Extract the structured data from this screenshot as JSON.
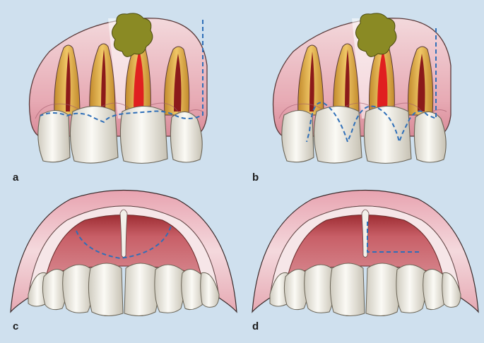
{
  "panels": [
    {
      "label": "a",
      "view": "labial",
      "incision": "vertical-release-with-intrasulcular"
    },
    {
      "label": "b",
      "view": "labial",
      "incision": "vertical-release-with-marginal-scalloped"
    },
    {
      "label": "c",
      "view": "palatal",
      "incision": "curved-palatal"
    },
    {
      "label": "d",
      "view": "palatal",
      "incision": "angled-palatal"
    }
  ],
  "colors": {
    "background": "#cfe0ee",
    "gingiva": "#eab8c0",
    "palate": "#c9646c",
    "tooth": "#f2f0e8",
    "root": "#e3b04b",
    "pulp": "#8b1a1a",
    "lesion": "#8a8a24",
    "incision_line": "#2f6fb8"
  }
}
